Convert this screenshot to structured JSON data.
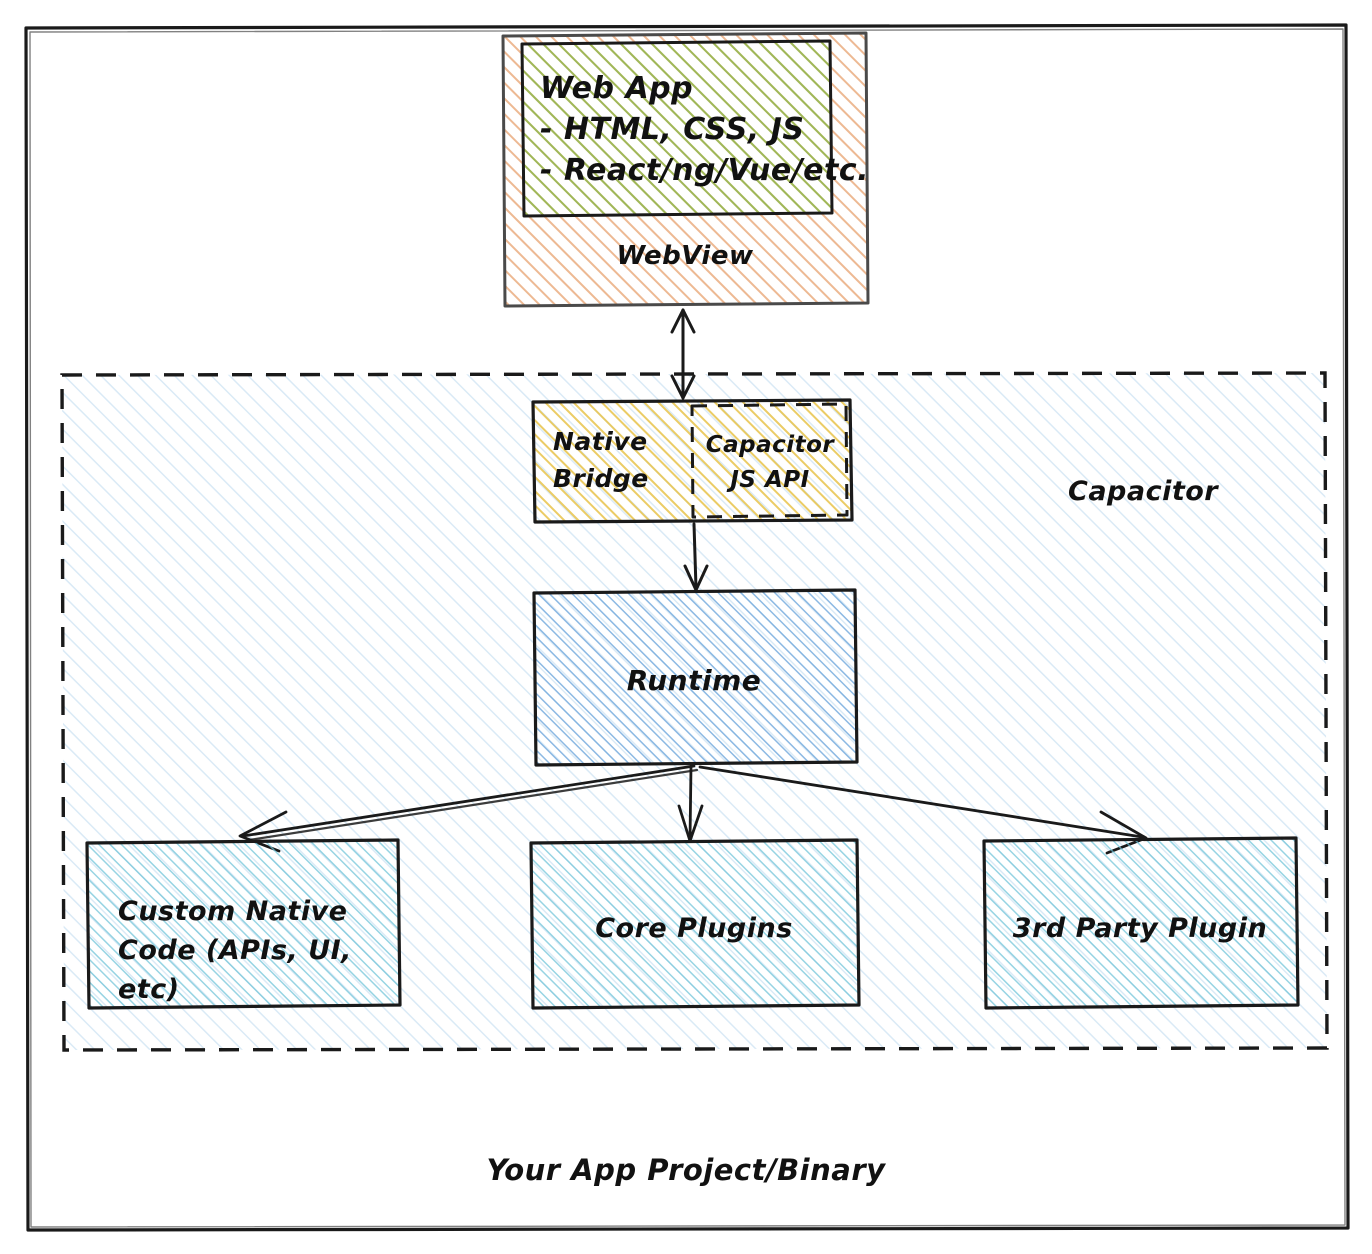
{
  "diagram": {
    "title_caption": "Your App Project/Binary",
    "outer_frame_label": "app-project-frame",
    "colors": {
      "web_app_fill": "#8db84a",
      "webview_fill": "#e8a878",
      "bridge_fill": "#e8c34a",
      "runtime_fill": "#6fa8dc",
      "plugin_fill": "#6fc4d8",
      "capacitor_region_fill": "#cfe2f3",
      "stroke": "#1a1a1a",
      "background": "#ffffff"
    },
    "nodes": {
      "web_app": {
        "label": "Web App",
        "bullets": [
          "- HTML, CSS, JS",
          "- React/ng/Vue/etc."
        ]
      },
      "webview": {
        "label": "WebView"
      },
      "native_bridge": {
        "label_line1": "Native",
        "label_line2": "Bridge"
      },
      "capacitor_js_api": {
        "label_line1": "Capacitor",
        "label_line2": "JS API"
      },
      "capacitor_region": {
        "label": "Capacitor"
      },
      "runtime": {
        "label": "Runtime"
      },
      "custom_native_code": {
        "label_line1": "Custom Native",
        "label_line2": "Code (APIs, UI,",
        "label_line3": "etc)"
      },
      "core_plugins": {
        "label": "Core Plugins"
      },
      "third_party_plugin": {
        "label": "3rd Party Plugin"
      }
    },
    "edges": [
      {
        "name": "webview-to-bridge",
        "from": "webview",
        "to": "native_bridge",
        "arrow": "double"
      },
      {
        "name": "bridge-to-runtime",
        "from": "native_bridge",
        "to": "runtime",
        "arrow": "single"
      },
      {
        "name": "runtime-to-custom-native-code",
        "from": "runtime",
        "to": "custom_native_code",
        "arrow": "single"
      },
      {
        "name": "runtime-to-core-plugins",
        "from": "runtime",
        "to": "core_plugins",
        "arrow": "single"
      },
      {
        "name": "runtime-to-third-party-plugin",
        "from": "runtime",
        "to": "third_party_plugin",
        "arrow": "single"
      }
    ]
  }
}
